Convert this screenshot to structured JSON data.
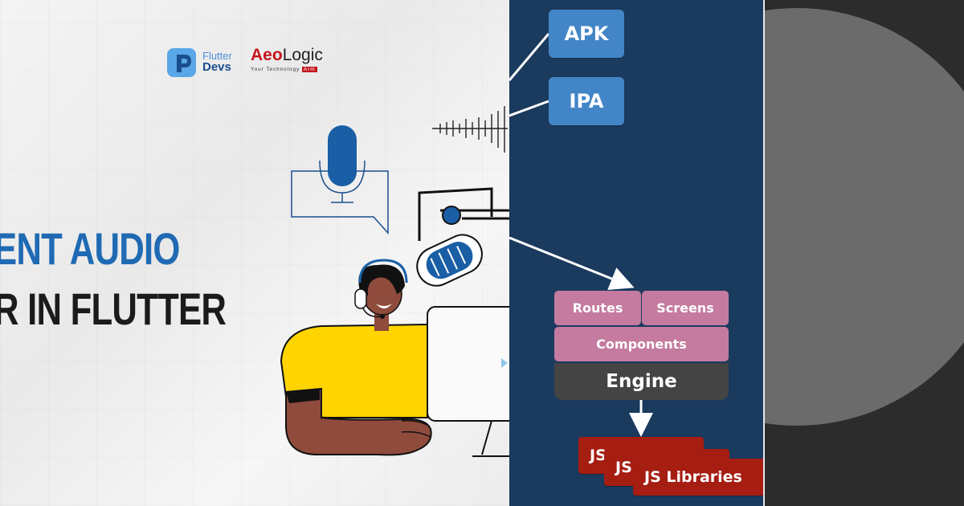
{
  "banner": {
    "headline_line1": "ENT AUDIO",
    "headline_line2": "R IN FLUTTER",
    "colors": {
      "headline_blue": "#1f6ab3",
      "headline_dark": "#1b1b1b"
    }
  },
  "logos": {
    "flutterdevs": {
      "line1": "Flutter",
      "line2": "Devs",
      "icon": "flutterdevs-logo-icon"
    },
    "aeologic": {
      "prefix": "Aeo",
      "suffix": "Logic",
      "tagline": "Your Technology ",
      "tagline_highlight": "Arm"
    }
  },
  "illustration": {
    "icons": [
      "microphone-icon",
      "speech-bubble-icon",
      "soundwave-icon",
      "podcast-mic-icon",
      "headset-person-icon",
      "monitor-icon"
    ]
  },
  "diagram": {
    "outputs": [
      "APK",
      "IPA"
    ],
    "stack": {
      "routes": "Routes",
      "screens": "Screens",
      "components": "Components",
      "engine": "Engine"
    },
    "js_libraries": [
      "JS",
      "JS",
      "JS Libraries"
    ],
    "colors": {
      "background": "#1a3a5e",
      "output_box": "#4386c8",
      "stack_box": "#c47b9f",
      "engine": "#444444",
      "js_box": "#a61d12"
    }
  }
}
